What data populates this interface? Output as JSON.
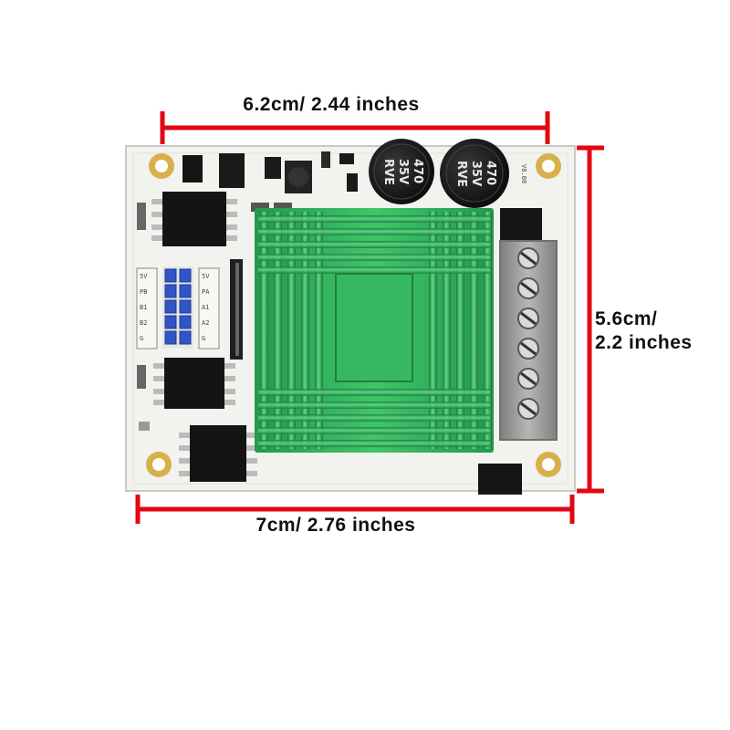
{
  "dimensions": {
    "top_width": "6.2cm/ 2.44 inches",
    "bottom_width": "7cm/ 2.76 inches",
    "height_line1": "5.6cm/",
    "height_line2": "2.2 inches"
  },
  "capacitors": [
    {
      "line1": "470",
      "line2": "35V",
      "line3": "RVE"
    },
    {
      "line1": "470",
      "line2": "35V",
      "line3": "RVE"
    }
  ],
  "board_marking": "V8.08",
  "silkscreen_left": [
    "5V",
    "PB",
    "B1",
    "B2",
    "G"
  ],
  "silkscreen_right": [
    "5V",
    "PA",
    "A1",
    "A2",
    "G"
  ],
  "colors": {
    "dimension_line": "#e30613",
    "board": "#f2f2ee",
    "heatsink": "#2fb35a",
    "terminal": "#9a9d9a",
    "header_pins": "#2f55c9",
    "mount_pad": "#d8b04a"
  }
}
